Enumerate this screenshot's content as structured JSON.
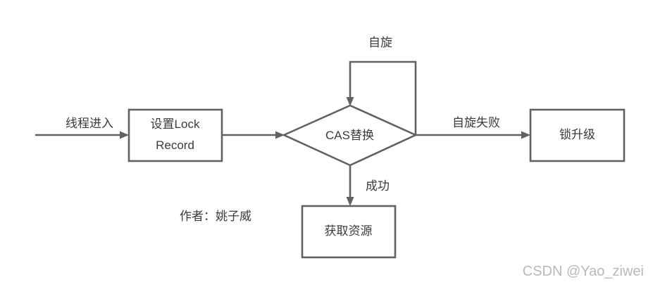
{
  "flowchart": {
    "nodes": {
      "set_lock_record": {
        "line1": "设置Lock",
        "line2": "Record"
      },
      "cas_replace": "CAS替换",
      "lock_upgrade": "锁升级",
      "acquire_resource": "获取资源"
    },
    "edge_labels": {
      "thread_enter": "线程进入",
      "spin": "自旋",
      "spin_fail": "自旋失败",
      "success": "成功"
    },
    "author_note": "作者：姚子威",
    "watermark": "CSDN @Yao_ziwei",
    "colors": {
      "line": "#616161",
      "text": "#3a3a3a",
      "watermark": "#b9b9b9",
      "background": "#ffffff"
    }
  }
}
